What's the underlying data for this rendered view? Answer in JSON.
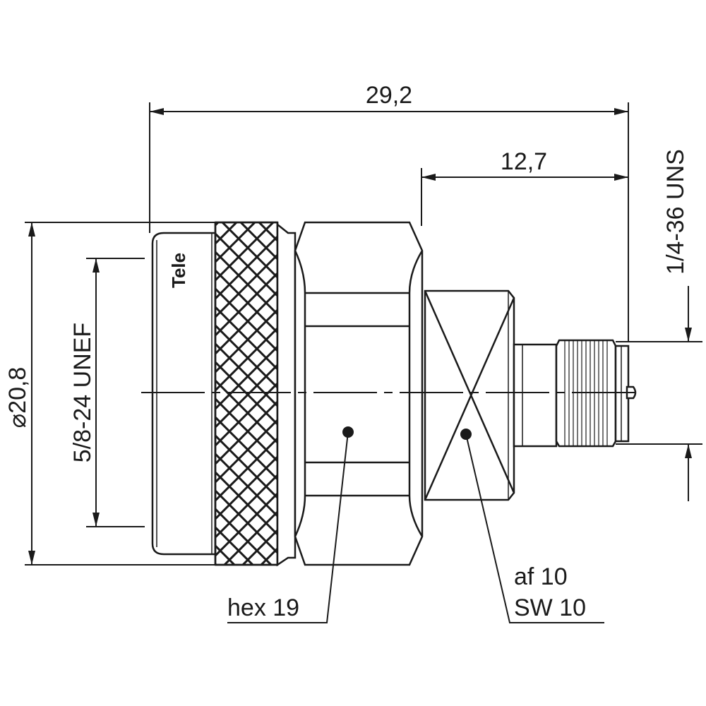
{
  "drawing": {
    "dimensions": {
      "overall_length": "29,2",
      "rear_length": "12,7",
      "outer_diameter": "20,8",
      "front_thread": "5/8-24 UNEF",
      "rear_thread": "1/4-36 UNS"
    },
    "callouts": {
      "hex": "hex 19",
      "af": "af 10",
      "sw": "SW 10"
    },
    "logo_text": "Tele",
    "colors": {
      "line": "#1a1a1a",
      "background": "#ffffff"
    }
  }
}
